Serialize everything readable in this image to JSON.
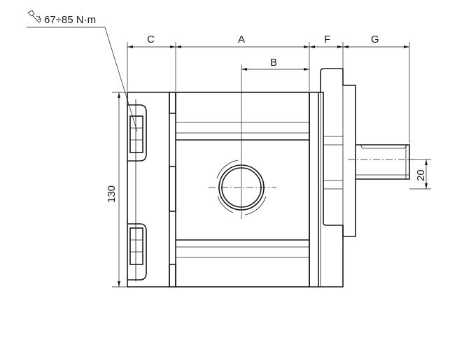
{
  "torque": {
    "icon": "torque-wrench-icon",
    "value": "67÷85 N·m"
  },
  "dimensions": {
    "c": "C",
    "a": "A",
    "f": "F",
    "g": "G",
    "b": "B",
    "height": "130",
    "shaft": "20"
  }
}
